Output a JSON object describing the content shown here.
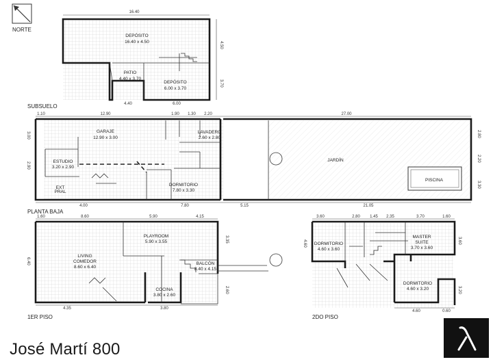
{
  "north_label": "NORTE",
  "title": "José Martí 800",
  "logo_icon": "lambda-logo-icon",
  "sections": {
    "subsuelo": "SUBSUELO",
    "planta_baja": "PLANTA BAJA",
    "primer_piso": "1ER PISO",
    "segundo_piso": "2DO PISO"
  },
  "rooms": {
    "deposito_1": {
      "name": "DEPÓSITO",
      "size": "16.40 x 4.50"
    },
    "patio": {
      "name": "PATIO",
      "size": "4.40 x 3.70"
    },
    "deposito_2": {
      "name": "DEPÓSITO",
      "size": "6.00 x 3.70"
    },
    "garaje": {
      "name": "GARAJE",
      "size": "12.90 x 3.00"
    },
    "lavadero": {
      "name": "LAVADERO",
      "size": "2.60 x 2.80"
    },
    "estudio": {
      "name": "ESTUDIO",
      "size": "3.20 x 2.90"
    },
    "jardin": {
      "name": "JARDÍN"
    },
    "piscina": {
      "name": "PISCINA"
    },
    "dormitorio_pb": {
      "name": "DORMITORIO",
      "size": "7.80 x 3.30"
    },
    "ext_pral": {
      "name": "EXT",
      "sub": "PRAL"
    },
    "playroom": {
      "name": "PLAYROOM",
      "size": "5.90 x 3.55"
    },
    "living": {
      "name": "LIVING",
      "name2": "COMEDOR",
      "size": "8.60 x 6.40"
    },
    "balcon": {
      "name": "BALCÓN",
      "size": "8.40 x 4.15"
    },
    "cocina": {
      "name": "COCINA",
      "size": "3.80 x 2.60"
    },
    "dormitorio_2a": {
      "name": "DORMITORIO",
      "size": "4.60 x 3.60"
    },
    "master": {
      "name": "MASTER",
      "name2": "SUITE",
      "size": "3.70 x 3.60"
    },
    "dormitorio_2b": {
      "name": "DORMITORIO",
      "size": "4.60 x 3.20"
    }
  },
  "dimensions": {
    "ss_top": "16.40",
    "ss_right_1": "4.50",
    "ss_right_2": "3.70",
    "ss_bottom_1": "4.40",
    "ss_bottom_2": "6.00",
    "pb_top": [
      "1.10",
      "12.90",
      "1.90",
      "1.30",
      "2.20",
      "27.00"
    ],
    "pb_left": [
      "3.00",
      "2.90"
    ],
    "pb_right": [
      "2.80",
      "2.20",
      "3.30"
    ],
    "pb_bottom": [
      "4.00",
      "7.80",
      "5.15",
      "21.05"
    ],
    "p1_top": [
      "1.60",
      "8.60",
      "5.90",
      "4.15"
    ],
    "p1_left": "6.40",
    "p1_right": [
      "3.35",
      "2.60"
    ],
    "p1_bottom": [
      "4.35",
      "3.80"
    ],
    "p2_top": [
      "3.60",
      "2.80",
      "1.45",
      "2.35",
      "3.70",
      "1.60"
    ],
    "p2_left": "4.60",
    "p2_right": [
      "3.60",
      "3.20"
    ],
    "p2_bottom": [
      "4.60",
      "0.60"
    ]
  }
}
